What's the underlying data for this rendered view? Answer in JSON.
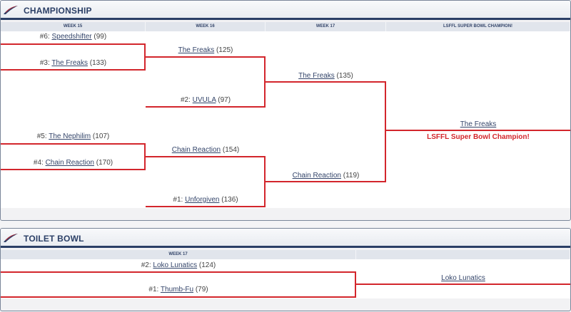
{
  "championship": {
    "title": "CHAMPIONSHIP",
    "weeks": [
      "WEEK 15",
      "WEEK 16",
      "WEEK 17",
      "LSFFL SUPER BOWL CHAMPION!"
    ],
    "round1": [
      {
        "seed": "#6:",
        "team": "Speedshifter",
        "score": "(99)"
      },
      {
        "seed": "#3:",
        "team": "The Freaks",
        "score": "(133)"
      },
      {
        "seed": "#5:",
        "team": "The Nephilim",
        "score": "(107)"
      },
      {
        "seed": "#4:",
        "team": "Chain Reaction",
        "score": "(170)"
      }
    ],
    "round2": [
      {
        "seed": "",
        "team": "The Freaks",
        "score": "(125)"
      },
      {
        "seed": "#2:",
        "team": "UVULA",
        "score": "(97)"
      },
      {
        "seed": "",
        "team": "Chain Reaction",
        "score": "(154)"
      },
      {
        "seed": "#1:",
        "team": "Unforgiven",
        "score": "(136)"
      }
    ],
    "round3": [
      {
        "team": "The Freaks",
        "score": "(135)"
      },
      {
        "team": "Chain Reaction",
        "score": "(119)"
      }
    ],
    "champion": {
      "team": "The Freaks",
      "label": "LSFFL Super Bowl Champion!"
    }
  },
  "toilet_bowl": {
    "title": "TOILET BOWL",
    "weeks": [
      "WEEK 17",
      ""
    ],
    "round1": [
      {
        "seed": "#2:",
        "team": "Loko Lunatics",
        "score": "(124)"
      },
      {
        "seed": "#1:",
        "team": "Thumb-Fu",
        "score": "(79)"
      }
    ],
    "winner": {
      "team": "Loko Lunatics"
    }
  }
}
